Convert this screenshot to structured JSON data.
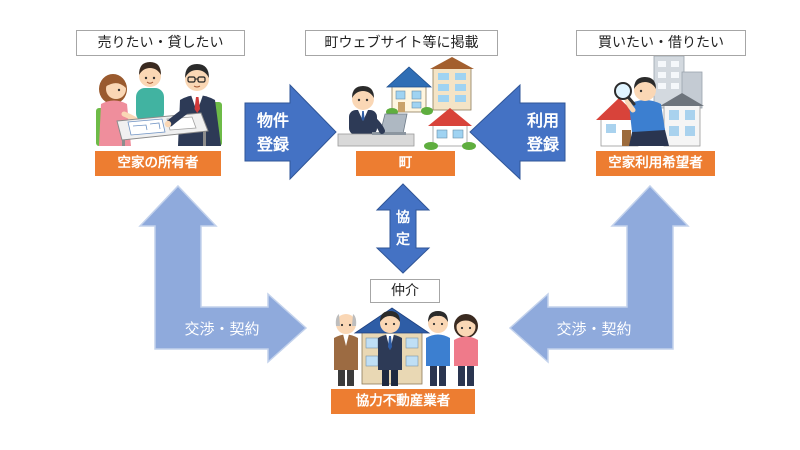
{
  "labels": {
    "owner_wish": "売りたい・貸したい",
    "town_action": "町ウェブサイト等に掲載",
    "seeker_wish": "買いたい・借りたい",
    "mediation": "仲介"
  },
  "actors": {
    "owner": "空家の所有者",
    "town": "町",
    "seeker": "空家利用希望者",
    "agent": "協力不動産業者"
  },
  "arrows": {
    "property_registration": {
      "lines": [
        "物件",
        "登録"
      ]
    },
    "use_registration": {
      "lines": [
        "利用",
        "登録"
      ]
    },
    "agreement": {
      "lines": [
        "協",
        "定"
      ]
    },
    "negotiation_owner": {
      "text": "交渉・契約"
    },
    "negotiation_seeker": {
      "text": "交渉・契約"
    }
  },
  "illustrations": {
    "owner": "owners-meeting-icon",
    "town": "town-staff-with-houses-icon",
    "seeker": "house-hunter-with-magnifier-icon",
    "agent": "real-estate-agents-icon"
  },
  "colors": {
    "actor_label": "#ED7D31",
    "registration_arrow": "#4472C4",
    "negotiation_arrow": "#8FAADC",
    "label_border": "#A6A6A6"
  }
}
